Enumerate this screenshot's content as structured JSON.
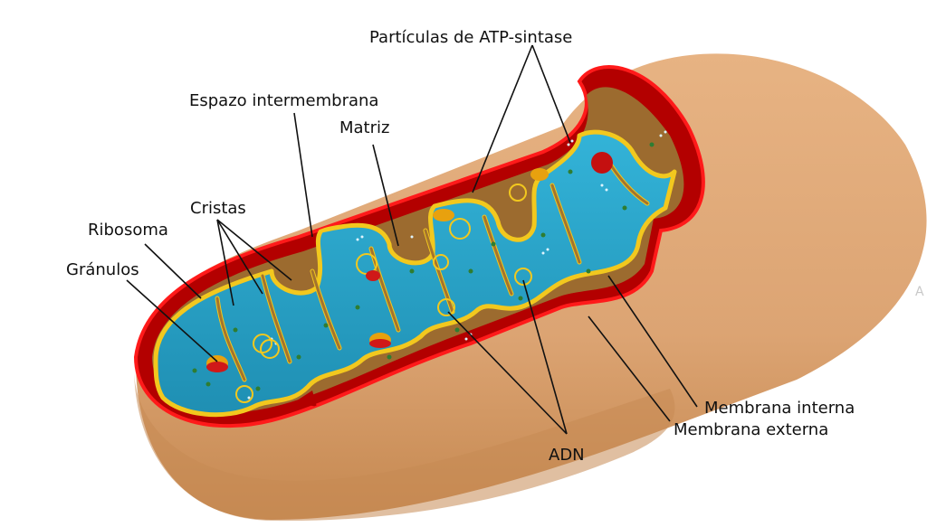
{
  "diagram": {
    "labels": {
      "atp": "Partículas de ATP-sintase",
      "intermembrane": "Espazo intermembrana",
      "matrix": "Matriz",
      "cristae": "Cristas",
      "ribosome": "Ribosoma",
      "granules": "Gránulos",
      "inner_membrane": "Membrana interna",
      "outer_membrane": "Membrana externa",
      "dna": "ADN"
    },
    "corner_mark": "A"
  },
  "colors": {
    "outer_body": "#dca473",
    "outer_shade": "#c78a55",
    "outer_membrane": "#ff1a1a",
    "intermembrane_space": "#b30000",
    "inner_membrane": "#f2c81e",
    "matrix": "#2aa0c4",
    "ribosome": "#2e7d32"
  }
}
